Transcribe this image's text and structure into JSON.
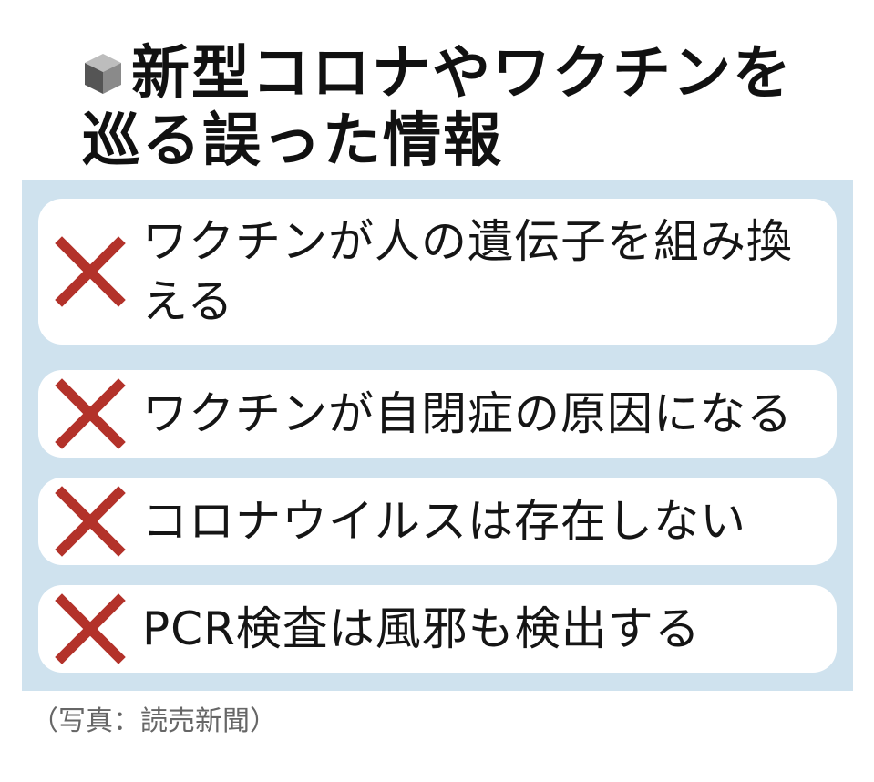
{
  "title": {
    "line1": "新型コロナやワクチンを",
    "line2": "巡る誤った情報",
    "icon": "cube-icon"
  },
  "items": [
    {
      "mark": "cross-mark-icon",
      "text": "ワクチンが人の遺伝子を組み換える"
    },
    {
      "mark": "cross-mark-icon",
      "text": "ワクチンが自閉症の原因になる"
    },
    {
      "mark": "cross-mark-icon",
      "text": "コロナウイルスは存在しない"
    },
    {
      "mark": "cross-mark-icon",
      "text": "PCR検査は風邪も検出する"
    }
  ],
  "credit": "（写真：読売新聞）",
  "colors": {
    "panel": "#cfe2ee",
    "card": "#ffffff",
    "cross": "#b3322a",
    "text": "#151515"
  }
}
